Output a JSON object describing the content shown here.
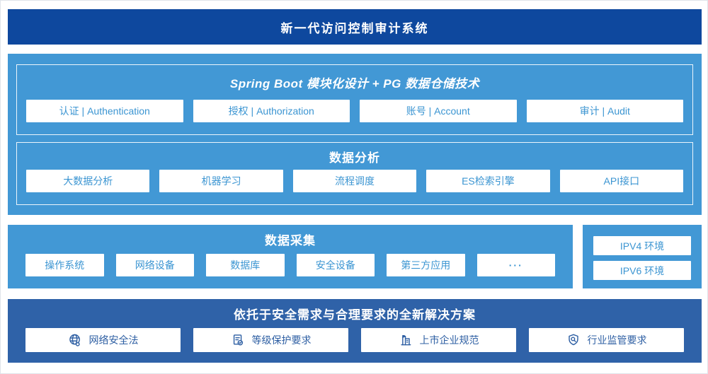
{
  "banner": {
    "title": "新一代访问控制审计系统"
  },
  "platform": {
    "spring": {
      "title": "Spring Boot 模块化设计 + PG 数据仓储技术",
      "modules": [
        "认证 | Authentication",
        "授权 | Authorization",
        "账号 | Account",
        "审计 | Audit"
      ]
    },
    "analysis": {
      "title": "数据分析",
      "modules": [
        "大数据分析",
        "机器学习",
        "流程调度",
        "ES检索引擎",
        "API接口"
      ]
    }
  },
  "collection": {
    "title": "数据采集",
    "sources": [
      "操作系统",
      "网络设备",
      "数据库",
      "安全设备",
      "第三方应用",
      "···"
    ]
  },
  "environments": {
    "items": [
      "IPV4 环境",
      "IPV6 环境"
    ]
  },
  "solution": {
    "title": "依托于安全需求与合理要求的全新解决方案",
    "items": [
      {
        "icon": "globe-icon",
        "label": "网络安全法"
      },
      {
        "icon": "document-check-icon",
        "label": "等级保护要求"
      },
      {
        "icon": "building-icon",
        "label": "上市企业规范"
      },
      {
        "icon": "shield-search-icon",
        "label": "行业监管要求"
      }
    ]
  },
  "colors": {
    "banner_blue": "#0e489e",
    "section_blue": "#4298d5",
    "solution_blue": "#2f62a8",
    "module_text_blue": "#3b95d2",
    "solution_text_blue": "#2e5fa3"
  }
}
